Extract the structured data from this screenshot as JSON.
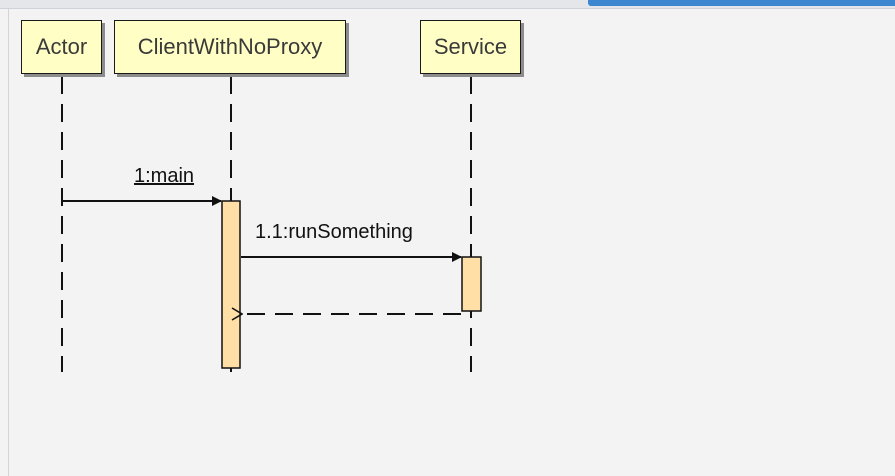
{
  "diagram": {
    "lifelines": [
      {
        "name": "Actor"
      },
      {
        "name": "ClientWithNoProxy"
      },
      {
        "name": "Service"
      }
    ],
    "messages": [
      {
        "label": "1:main",
        "from": "Actor",
        "to": "ClientWithNoProxy",
        "kind": "call"
      },
      {
        "label": "1.1:runSomething",
        "from": "ClientWithNoProxy",
        "to": "Service",
        "kind": "call"
      },
      {
        "label": "",
        "from": "Service",
        "to": "ClientWithNoProxy",
        "kind": "return"
      }
    ],
    "colors": {
      "lifeline_fill": "#ffffc5",
      "activation_fill": "#ffdfa6",
      "line": "#111111",
      "background": "#f3f3f3"
    }
  }
}
